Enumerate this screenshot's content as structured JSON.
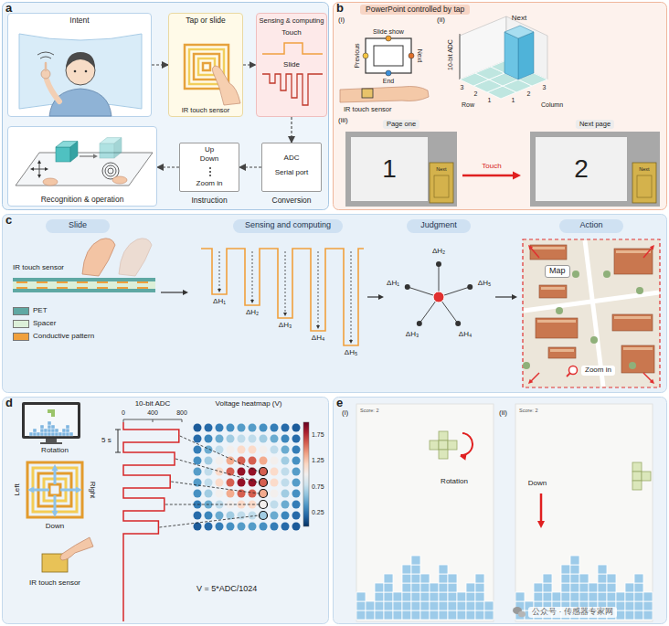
{
  "diagram": {
    "nodes": [
      {
        "text": [
          "a"
        ]
      },
      {
        "text": [
          "Intent"
        ],
        "in": 0
      },
      {
        "text": [
          "Tap or slide",
          "IR touch sensor"
        ],
        "in": 0
      },
      {
        "text": [
          "Sensing & computing",
          "Touch",
          "Slide"
        ],
        "in": 0
      },
      {
        "text": [
          "Recognition & operation"
        ],
        "in": 0
      },
      {
        "text": [
          "Up",
          "Down",
          "Zoom in",
          "Instruction"
        ],
        "in": 0
      },
      {
        "text": [
          "ADC",
          "Serial port",
          "Conversion"
        ],
        "in": 0
      },
      {
        "text": [
          "b",
          "PowerPoint controlled by tap"
        ]
      },
      {
        "text": [
          "c"
        ]
      },
      {
        "text": [
          "Slide"
        ],
        "in": 8
      },
      {
        "text": [
          "Sensing and computing"
        ],
        "in": 8
      },
      {
        "text": [
          "Judgment"
        ],
        "in": 8
      },
      {
        "text": [
          "Action"
        ],
        "in": 8
      },
      {
        "text": [
          "d"
        ]
      },
      {
        "text": [
          "e"
        ]
      }
    ],
    "edges": [
      {
        "from": 1,
        "to": 2,
        "arrow": "to"
      },
      {
        "from": 2,
        "to": 3,
        "arrow": "to"
      },
      {
        "from": 3,
        "to": 6,
        "arrow": "to"
      },
      {
        "from": 6,
        "to": 5,
        "arrow": "to"
      },
      {
        "from": 5,
        "to": 4,
        "arrow": "to"
      }
    ],
    "labels": [
      "(i)",
      "Slide show",
      "Previous",
      "Next",
      "End",
      "IR touch sensor",
      "(ii)",
      "10-bit ADC",
      "Next",
      "Row",
      "1",
      "2",
      "3",
      "1",
      "2",
      "3",
      "Column",
      "(iii)",
      "Page one",
      "1",
      "Next",
      "Touch",
      "Next page",
      "2",
      "Next",
      "IR touch sensor",
      "ΔH₁",
      "ΔH₂",
      "ΔH₃",
      "ΔH₄",
      "ΔH₅",
      "ΔH₂",
      "ΔH₁",
      "ΔH₅",
      "ΔH₃",
      "ΔH₄",
      "Map",
      "Zoom in",
      "Rotation",
      "Left",
      "Right",
      "Down",
      "IR touch sensor",
      "10-bit ADC",
      "0",
      "400",
      "800",
      "5 s",
      "Voltage heatmap (V)",
      "1.75",
      "1.25",
      "0.75",
      "0.25",
      "V = 5*ADC/1024",
      "(i)",
      "Score: 2",
      "Rotation",
      "(ii)",
      "Score: 2",
      "Down",
      "公众号 · 传感器专家网"
    ],
    "legend": [
      {
        "text": "PET",
        "color": "#5fa8a3"
      },
      {
        "text": "Spacer",
        "color": "#dcefd8"
      },
      {
        "text": "Conductive pattern",
        "color": "#f0a03c"
      }
    ]
  }
}
